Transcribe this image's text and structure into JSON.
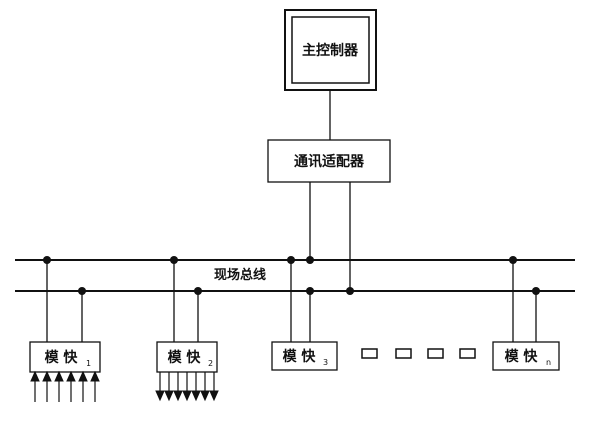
{
  "controller": {
    "label": "主控制器"
  },
  "adapter": {
    "label": "通讯适配器"
  },
  "bus": {
    "label": "现场总线"
  },
  "modules": [
    {
      "label": "模 快",
      "subscript": "1",
      "io": "input"
    },
    {
      "label": "模 快",
      "subscript": "2",
      "io": "output"
    },
    {
      "label": "模 快",
      "subscript": "3",
      "io": "none"
    },
    {
      "label": "模 快",
      "subscript": "n",
      "io": "none"
    }
  ],
  "ellipsis_count": 4,
  "colors": {
    "line": "#111111",
    "background": "#ffffff"
  }
}
